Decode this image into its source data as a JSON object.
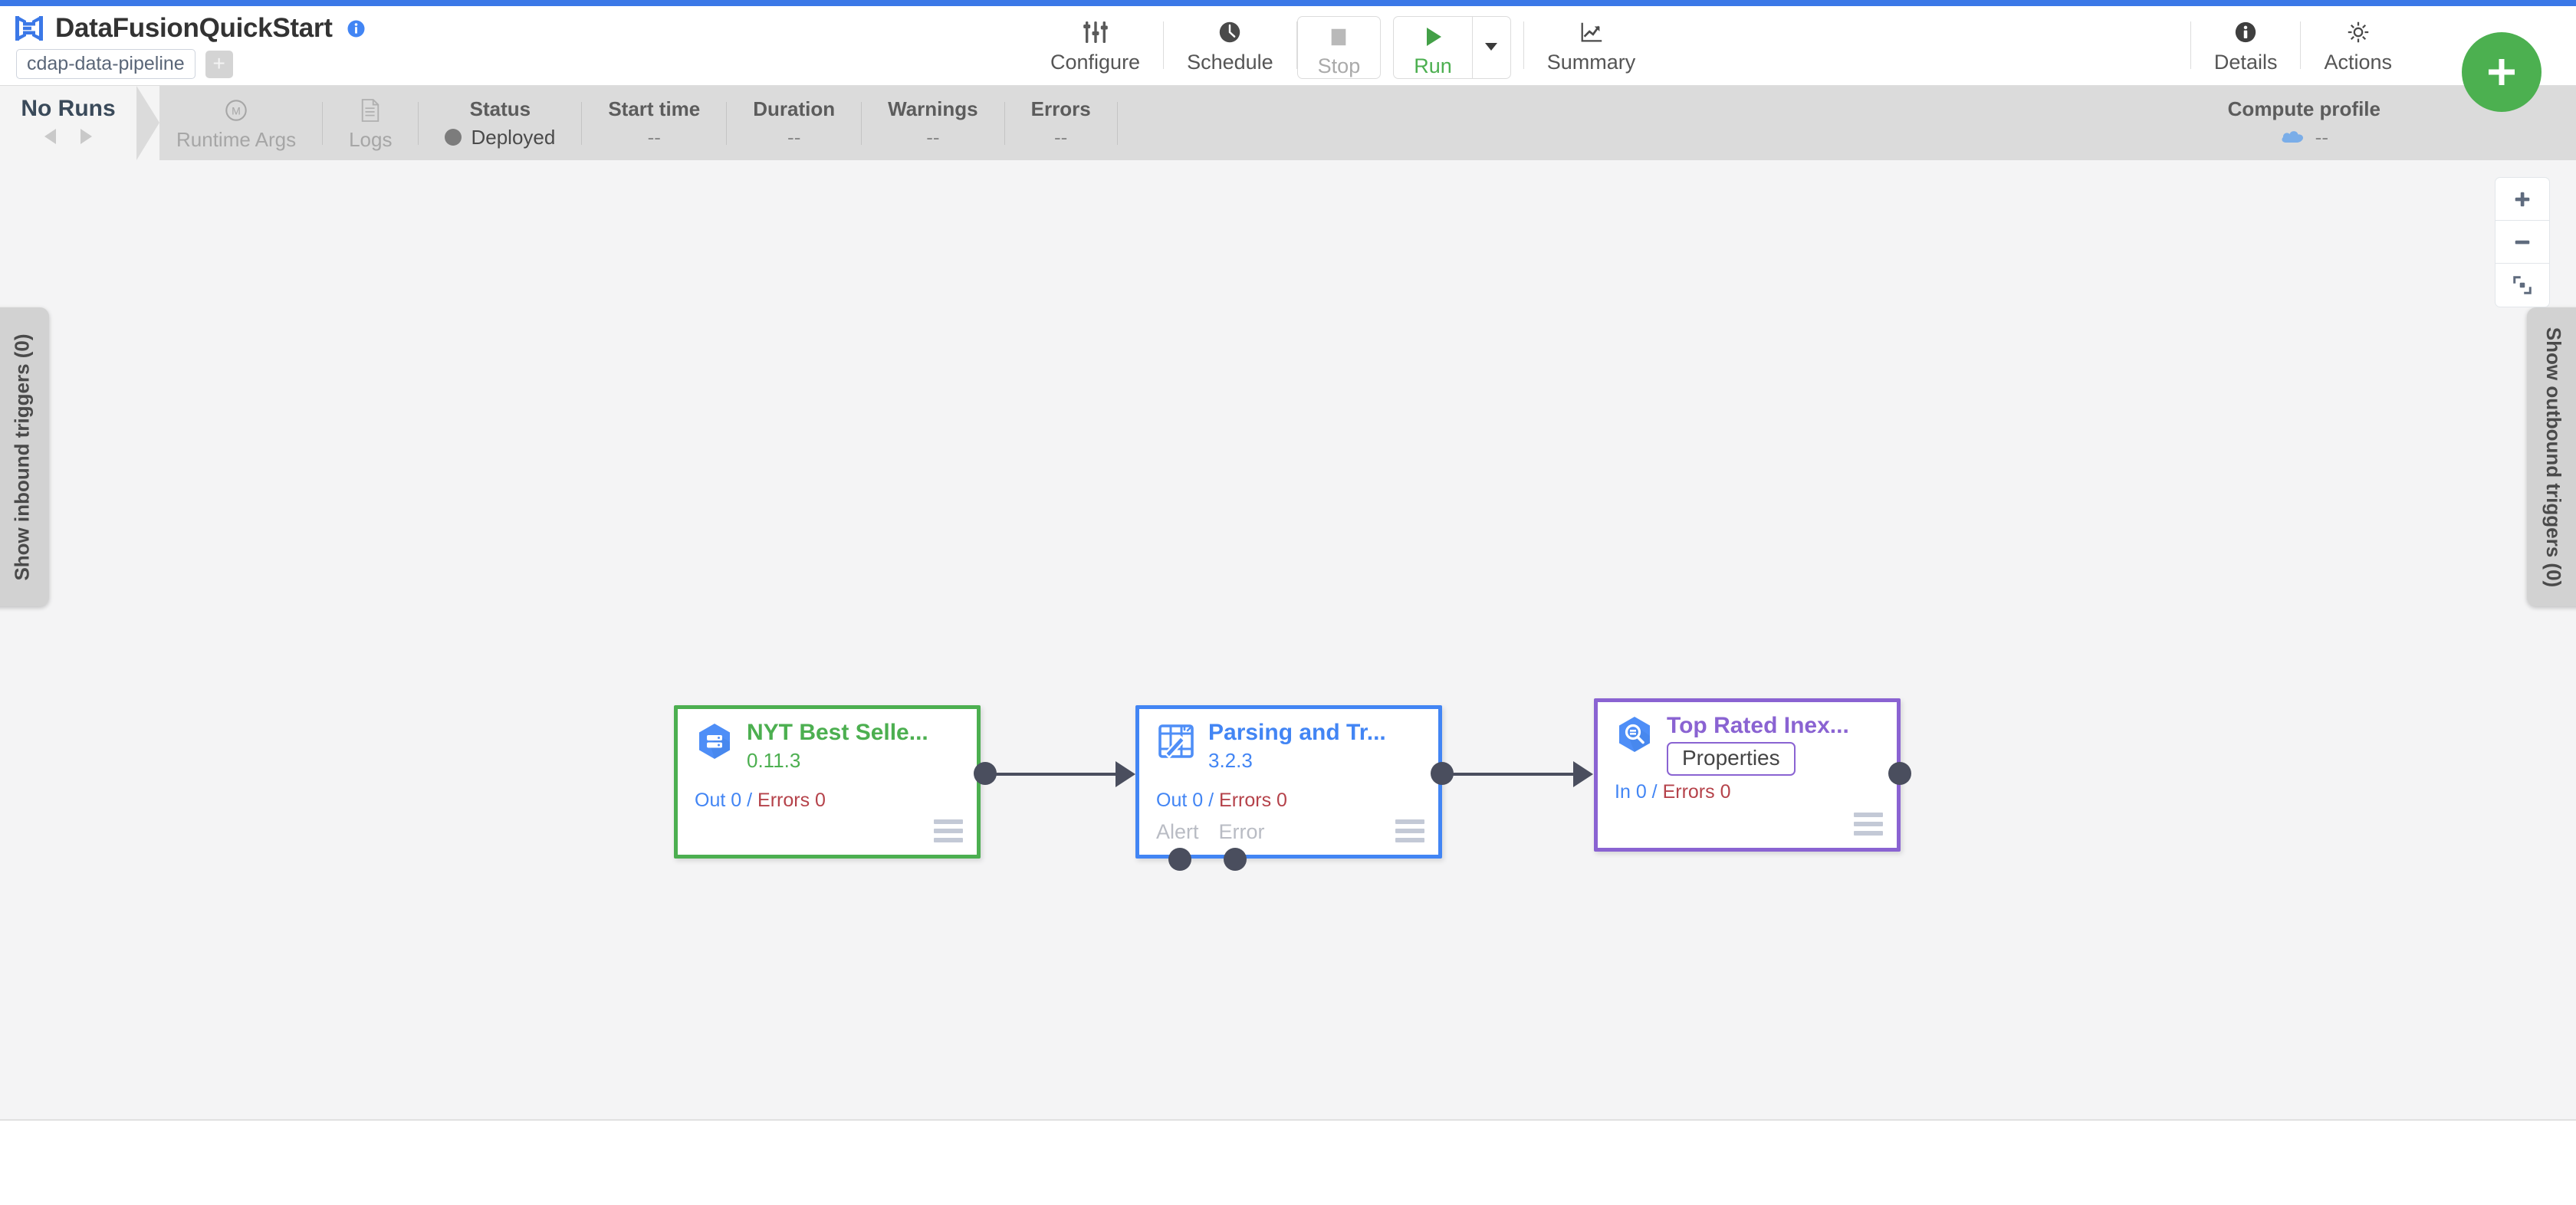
{
  "header": {
    "logo_icon": "cdap-logo-icon",
    "title": "DataFusionQuickStart",
    "info_icon": "info-icon",
    "pipeline_type_tag": "cdap-data-pipeline",
    "add_tag_label": "+"
  },
  "toolbar": {
    "configure": {
      "label": "Configure",
      "icon": "sliders-icon"
    },
    "schedule": {
      "label": "Schedule",
      "icon": "clock-icon"
    },
    "stop": {
      "label": "Stop",
      "icon": "stop-square-icon"
    },
    "run": {
      "label": "Run",
      "icon": "play-triangle-icon"
    },
    "run_caret_icon": "chevron-down-icon",
    "summary": {
      "label": "Summary",
      "icon": "line-chart-icon"
    },
    "details": {
      "label": "Details",
      "icon": "info-circle-icon"
    },
    "actions": {
      "label": "Actions",
      "icon": "gear-icon"
    }
  },
  "statusbar": {
    "no_runs_title": "No Runs",
    "prev_icon": "triangle-left-icon",
    "next_icon": "triangle-right-icon",
    "runtime_args": {
      "label": "Runtime Args",
      "icon": "macro-circle-icon"
    },
    "logs": {
      "label": "Logs",
      "icon": "document-icon"
    },
    "metrics": [
      {
        "name": "status",
        "header": "Status",
        "value": "Deployed",
        "has_dot": true
      },
      {
        "name": "start-time",
        "header": "Start time",
        "value": "--",
        "has_dot": false
      },
      {
        "name": "duration",
        "header": "Duration",
        "value": "--",
        "has_dot": false
      },
      {
        "name": "warnings",
        "header": "Warnings",
        "value": "--",
        "has_dot": false
      },
      {
        "name": "errors",
        "header": "Errors",
        "value": "--",
        "has_dot": false
      }
    ],
    "compute_profile": {
      "header": "Compute profile",
      "value": "--",
      "icon": "cloud-icon"
    }
  },
  "canvas": {
    "fab_label": "+",
    "zoom_controls": [
      {
        "name": "zoom-in-button",
        "icon": "plus-icon",
        "label": "+"
      },
      {
        "name": "zoom-out-button",
        "icon": "minus-icon",
        "label": "−"
      },
      {
        "name": "fit-to-screen-button",
        "icon": "fit-screen-icon",
        "label": ""
      }
    ],
    "inbound_triggers_label": "Show inbound triggers (0)",
    "outbound_triggers_label": "Show outbound triggers (0)",
    "nodes": [
      {
        "id": "nyt-best-sellers",
        "title": "NYT Best Selle...",
        "version": "0.11.3",
        "icon": "bigquery-hexagon-icon",
        "accent": "#4caf50",
        "metrics": {
          "in_label": "Out",
          "in_value": "0",
          "sep": "/",
          "err_label": "Errors",
          "err_value": "0"
        },
        "ports": [],
        "has_properties_button": false,
        "menu_icon": "hamburger-menu-icon"
      },
      {
        "id": "parsing-and-transform",
        "title": "Parsing and Tr...",
        "version": "3.2.3",
        "icon": "wrangler-icon",
        "accent": "#4285f4",
        "metrics": {
          "in_label": "Out",
          "in_value": "0",
          "sep": "/",
          "err_label": "Errors",
          "err_value": "0"
        },
        "ports": [
          "Alert",
          "Error"
        ],
        "has_properties_button": false,
        "menu_icon": "hamburger-menu-icon"
      },
      {
        "id": "top-rated-inexpensive",
        "title": "Top Rated Inex...",
        "version": "",
        "icon": "bigquery-search-hexagon-icon",
        "accent": "#8a63d2",
        "metrics": {
          "in_label": "In",
          "in_value": "0",
          "sep": "/",
          "err_label": "Errors",
          "err_value": "0"
        },
        "ports": [],
        "has_properties_button": true,
        "properties_label": "Properties",
        "menu_icon": "hamburger-menu-icon"
      }
    ]
  },
  "colors": {
    "accent_blue": "#4285f4",
    "accent_green": "#4caf50",
    "accent_purple": "#8a63d2",
    "error_red": "#b5424a",
    "canvas_bg": "#f4f4f5",
    "statusbar_bg": "#dbdbdb",
    "top_strip": "#3b78e7"
  }
}
